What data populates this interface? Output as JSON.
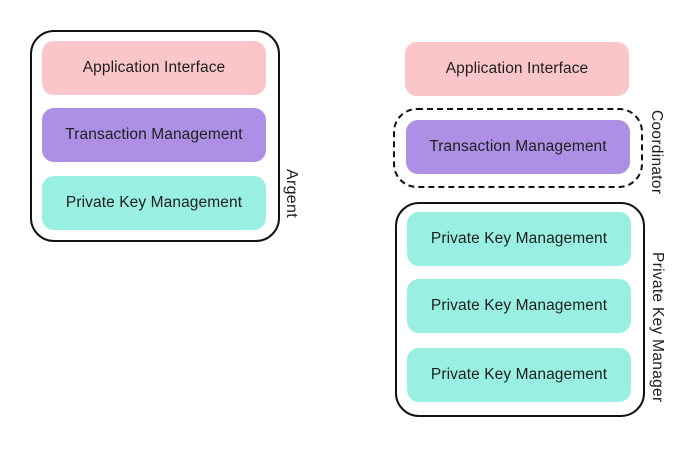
{
  "colors": {
    "pink": "#fbc6c9",
    "purple": "#ad90e6",
    "teal": "#98efe2",
    "border": "#121212",
    "text": "#1f1f1f",
    "background": "#ffffff"
  },
  "argent_group": {
    "label": "Argent",
    "boxes": [
      {
        "label": "Application Interface"
      },
      {
        "label": "Transaction Management"
      },
      {
        "label": "Private Key Management"
      }
    ]
  },
  "right_group": {
    "application_interface": {
      "label": "Application Interface"
    },
    "coordinator": {
      "label": "Coordinator",
      "boxes": [
        {
          "label": "Transaction Management"
        }
      ]
    },
    "private_key_manager": {
      "label": "Private Key Manager",
      "boxes": [
        {
          "label": "Private Key Management"
        },
        {
          "label": "Private Key Management"
        },
        {
          "label": "Private Key Management"
        }
      ]
    }
  }
}
